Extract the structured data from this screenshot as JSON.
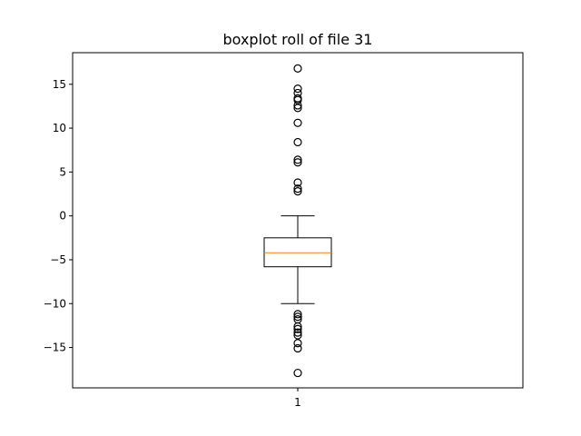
{
  "chart_data": {
    "type": "boxplot",
    "title": "boxplot roll of file 31",
    "xlabel": "",
    "ylabel": "",
    "ylim": [
      -19.6,
      18.6
    ],
    "yticks": [
      -15,
      -10,
      -5,
      0,
      5,
      10,
      15
    ],
    "ytick_labels": [
      "−15",
      "−10",
      "−5",
      "0",
      "5",
      "10",
      "15"
    ],
    "categories": [
      "1"
    ],
    "boxes": [
      {
        "label": "1",
        "whisker_low": -10.0,
        "q1": -5.8,
        "median": -4.2,
        "q3": -2.5,
        "whisker_high": 0.0,
        "outliers": [
          16.8,
          14.5,
          14.0,
          13.4,
          13.2,
          12.6,
          12.3,
          10.6,
          8.4,
          6.4,
          6.1,
          3.8,
          3.1,
          2.8,
          -11.2,
          -11.5,
          -11.8,
          -12.6,
          -12.9,
          -13.3,
          -13.6,
          -14.5,
          -15.1,
          -17.9
        ]
      }
    ],
    "colors": {
      "box": "#000000",
      "median": "#ff7f0e",
      "whisker": "#000000",
      "flier": "#000000"
    },
    "grid": false,
    "legend": "none"
  }
}
